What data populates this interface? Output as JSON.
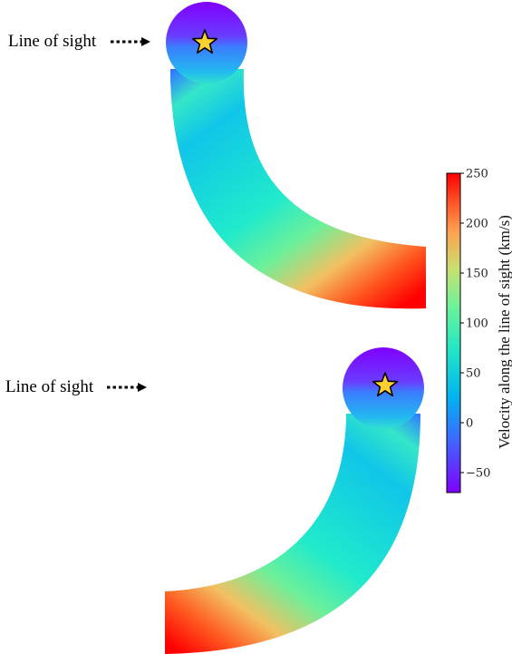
{
  "panels": [
    {
      "id": "top",
      "line_of_sight_label": "Line of sight"
    },
    {
      "id": "bottom",
      "line_of_sight_label": "Line of sight"
    }
  ],
  "colorbar": {
    "label": "Velocity along the line of sight (km/s)",
    "min": -70,
    "max": 250,
    "ticks": [
      {
        "value": 250,
        "label": "250"
      },
      {
        "value": 200,
        "label": "200"
      },
      {
        "value": 150,
        "label": "150"
      },
      {
        "value": 100,
        "label": "100"
      },
      {
        "value": 50,
        "label": "50"
      },
      {
        "value": 0,
        "label": "0"
      },
      {
        "value": -50,
        "label": "−50"
      }
    ],
    "colormap": "rainbow",
    "colors": [
      "#7f00ff",
      "#1e90ff",
      "#00d4ff",
      "#3cf0b0",
      "#b4e66e",
      "#ffb450",
      "#ff0000"
    ]
  },
  "marker": {
    "icon": "star-icon",
    "color": "#ffd12e"
  },
  "arrow": {
    "icon": "dotted-arrow-icon",
    "color": "#000000"
  }
}
